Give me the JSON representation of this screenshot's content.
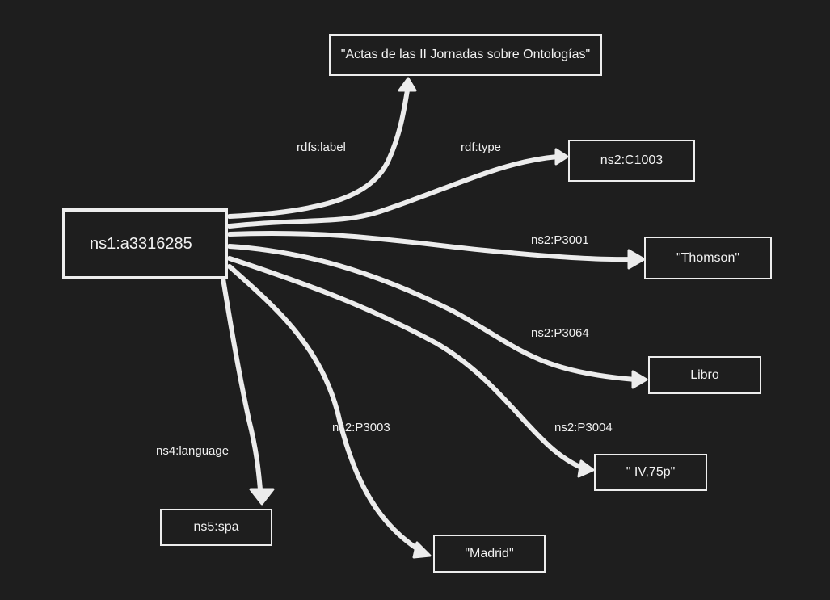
{
  "colors": {
    "background": "#1e1e1e",
    "stroke": "#ececec",
    "text": "#f2f2f2"
  },
  "graph": {
    "subject": "ns1:a3316285",
    "objects": [
      {
        "id": "actas",
        "label": "\"Actas de las II Jornadas sobre Ontologías\""
      },
      {
        "id": "c1003",
        "label": "ns2:C1003"
      },
      {
        "id": "thomson",
        "label": "\"Thomson\""
      },
      {
        "id": "libro",
        "label": "Libro"
      },
      {
        "id": "iv75p",
        "label": "\" IV,75p\""
      },
      {
        "id": "madrid",
        "label": "\"Madrid\""
      },
      {
        "id": "spa",
        "label": "ns5:spa"
      }
    ],
    "edges": [
      {
        "id": "label",
        "label": "rdfs:label",
        "target": "actas"
      },
      {
        "id": "type",
        "label": "rdf:type",
        "target": "c1003"
      },
      {
        "id": "p3001",
        "label": "ns2:P3001",
        "target": "thomson"
      },
      {
        "id": "p3064",
        "label": "ns2:P3064",
        "target": "libro"
      },
      {
        "id": "p3004",
        "label": "ns2:P3004",
        "target": "iv75p"
      },
      {
        "id": "p3003",
        "label": "ns2:P3003",
        "target": "madrid"
      },
      {
        "id": "language",
        "label": "ns4:language",
        "target": "spa"
      }
    ]
  }
}
